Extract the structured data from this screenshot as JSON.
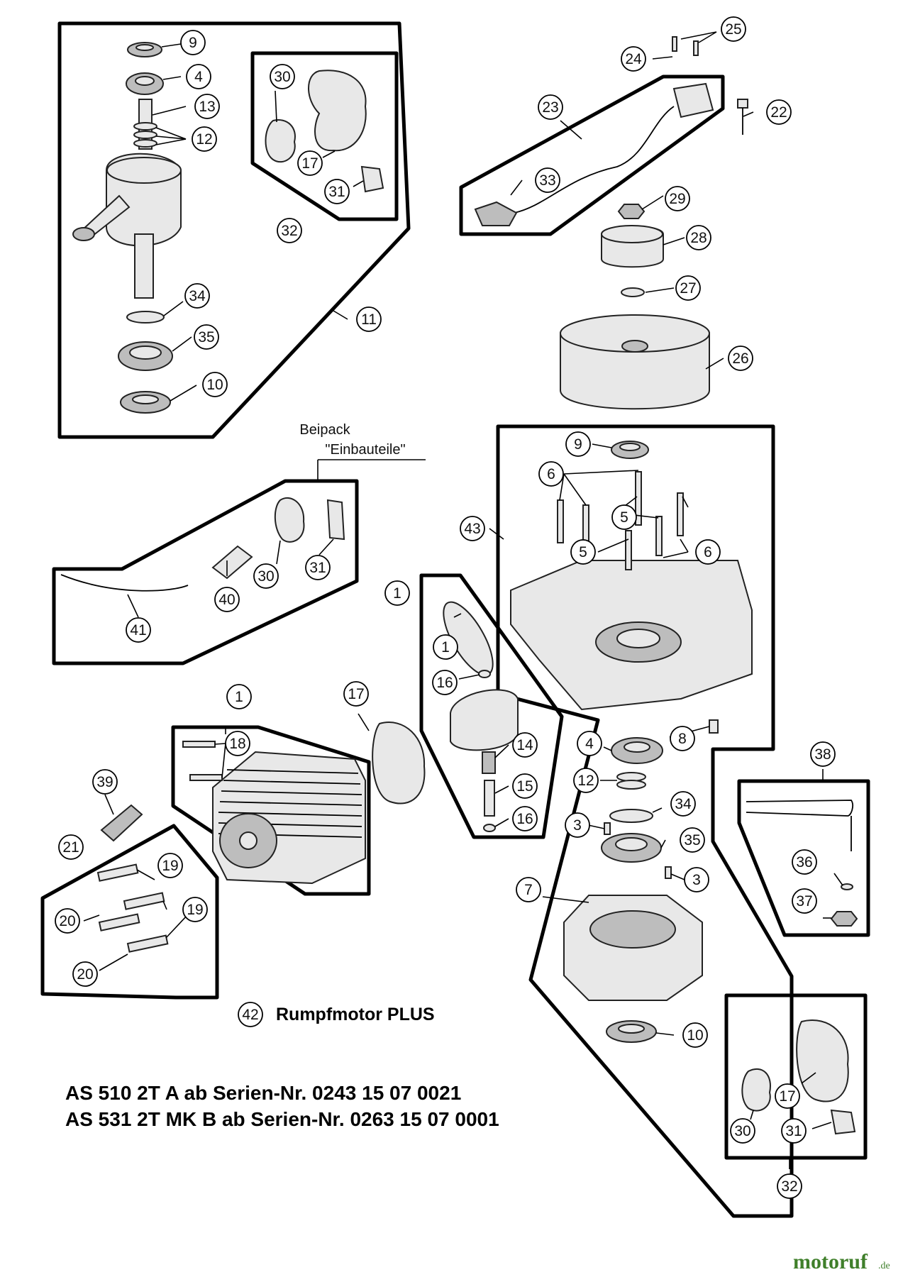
{
  "callouts": [
    {
      "id": "c9a",
      "label": "9"
    },
    {
      "id": "c4a",
      "label": "4"
    },
    {
      "id": "c13",
      "label": "13"
    },
    {
      "id": "c12a",
      "label": "12"
    },
    {
      "id": "c30a",
      "label": "30"
    },
    {
      "id": "c17a",
      "label": "17"
    },
    {
      "id": "c31a",
      "label": "31"
    },
    {
      "id": "c32a",
      "label": "32"
    },
    {
      "id": "c34a",
      "label": "34"
    },
    {
      "id": "c35a",
      "label": "35"
    },
    {
      "id": "c10a",
      "label": "10"
    },
    {
      "id": "c11",
      "label": "11"
    },
    {
      "id": "c25",
      "label": "25"
    },
    {
      "id": "c24",
      "label": "24"
    },
    {
      "id": "c23",
      "label": "23"
    },
    {
      "id": "c22",
      "label": "22"
    },
    {
      "id": "c33",
      "label": "33"
    },
    {
      "id": "c29",
      "label": "29"
    },
    {
      "id": "c28",
      "label": "28"
    },
    {
      "id": "c27",
      "label": "27"
    },
    {
      "id": "c26",
      "label": "26"
    },
    {
      "id": "c9b",
      "label": "9"
    },
    {
      "id": "c6a",
      "label": "6"
    },
    {
      "id": "c43",
      "label": "43"
    },
    {
      "id": "c5a",
      "label": "5"
    },
    {
      "id": "c5b",
      "label": "5"
    },
    {
      "id": "c6b",
      "label": "6"
    },
    {
      "id": "c30b",
      "label": "30"
    },
    {
      "id": "c31b",
      "label": "31"
    },
    {
      "id": "c40",
      "label": "40"
    },
    {
      "id": "c41",
      "label": "41"
    },
    {
      "id": "c1a",
      "label": "1"
    },
    {
      "id": "c1b",
      "label": "1"
    },
    {
      "id": "c16a",
      "label": "16"
    },
    {
      "id": "c14",
      "label": "14"
    },
    {
      "id": "c15",
      "label": "15"
    },
    {
      "id": "c16b",
      "label": "16"
    },
    {
      "id": "c1c",
      "label": "1"
    },
    {
      "id": "c17b",
      "label": "17"
    },
    {
      "id": "c18",
      "label": "18"
    },
    {
      "id": "c39",
      "label": "39"
    },
    {
      "id": "c21",
      "label": "21"
    },
    {
      "id": "c19a",
      "label": "19"
    },
    {
      "id": "c20a",
      "label": "20"
    },
    {
      "id": "c19b",
      "label": "19"
    },
    {
      "id": "c20b",
      "label": "20"
    },
    {
      "id": "c4b",
      "label": "4"
    },
    {
      "id": "c8",
      "label": "8"
    },
    {
      "id": "c12b",
      "label": "12"
    },
    {
      "id": "c34b",
      "label": "34"
    },
    {
      "id": "c3a",
      "label": "3"
    },
    {
      "id": "c35b",
      "label": "35"
    },
    {
      "id": "c3b",
      "label": "3"
    },
    {
      "id": "c7",
      "label": "7"
    },
    {
      "id": "c38",
      "label": "38"
    },
    {
      "id": "c36",
      "label": "36"
    },
    {
      "id": "c37",
      "label": "37"
    },
    {
      "id": "c10b",
      "label": "10"
    },
    {
      "id": "c17c",
      "label": "17"
    },
    {
      "id": "c30c",
      "label": "30"
    },
    {
      "id": "c31c",
      "label": "31"
    },
    {
      "id": "c32b",
      "label": "32"
    },
    {
      "id": "c42",
      "label": "42"
    }
  ],
  "beipack": {
    "line1": "Beipack",
    "line2": "\"Einbauteile\""
  },
  "rumpfmotor_label": "Rumpfmotor PLUS",
  "model_lines": [
    "AS 510 2T A ab Serien-Nr. 0243 15 07 0021",
    "AS 531 2T MK B ab Serien-Nr. 0263 15 07 0001"
  ],
  "watermark": {
    "main": "motoruf",
    "suffix": ".de"
  }
}
